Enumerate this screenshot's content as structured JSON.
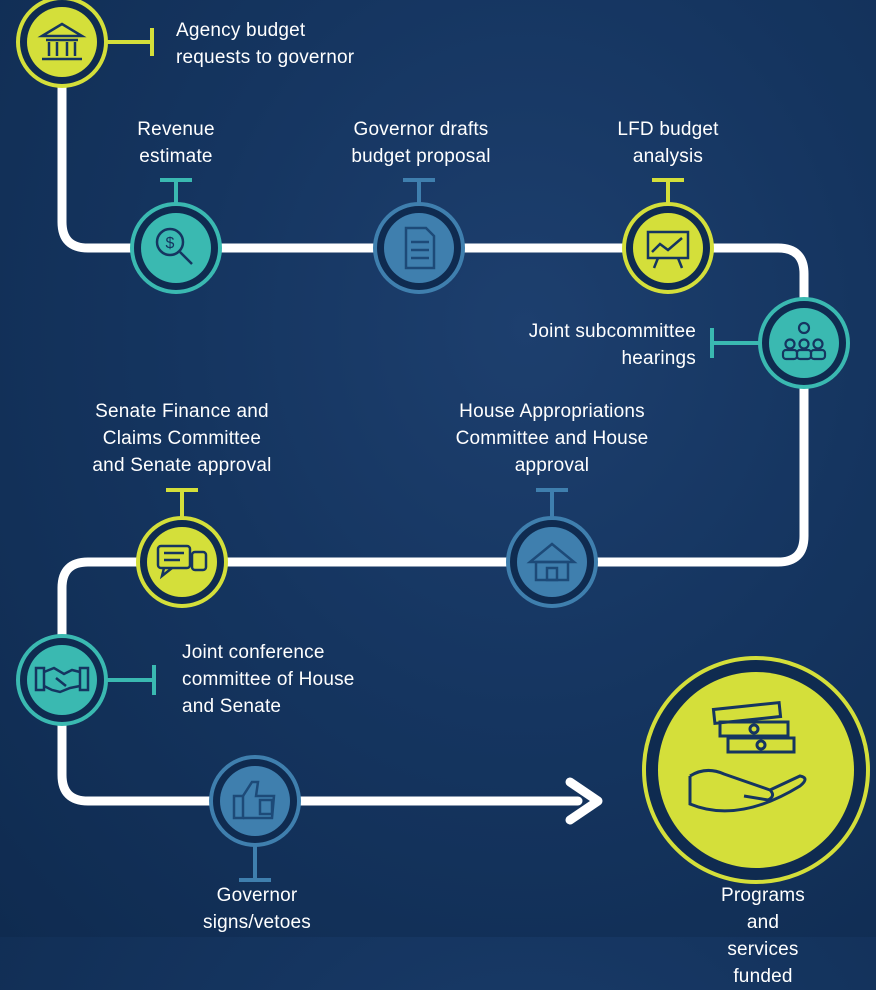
{
  "colors": {
    "background": "#153560",
    "path": "#ffffff",
    "yellow": "#d4df3a",
    "teal": "#3ab9b1",
    "blue": "#3f7fae"
  },
  "steps": [
    {
      "id": "agency",
      "label": "Agency budget\nrequests to governor",
      "icon": "capitol-building-icon",
      "color": "yellow"
    },
    {
      "id": "revenue",
      "label": "Revenue\nestimate",
      "icon": "magnifier-dollar-icon",
      "color": "teal"
    },
    {
      "id": "governor-drafts",
      "label": "Governor drafts\nbudget proposal",
      "icon": "document-icon",
      "color": "blue"
    },
    {
      "id": "lfd",
      "label": "LFD budget\nanalysis",
      "icon": "presentation-board-icon",
      "color": "yellow"
    },
    {
      "id": "joint-sub",
      "label": "Joint subcommittee\nhearings",
      "icon": "people-group-icon",
      "color": "teal"
    },
    {
      "id": "house",
      "label": "House Appropriations\nCommittee and House\napproval",
      "icon": "house-icon",
      "color": "blue"
    },
    {
      "id": "senate",
      "label": "Senate Finance and\nClaims Committee\nand Senate approval",
      "icon": "speech-bubbles-icon",
      "color": "yellow"
    },
    {
      "id": "conference",
      "label": "Joint conference\ncommittee of House\nand Senate",
      "icon": "handshake-icon",
      "color": "teal"
    },
    {
      "id": "governor-signs",
      "label": "Governor\nsigns/vetoes",
      "icon": "thumbs-up-icon",
      "color": "blue"
    },
    {
      "id": "funded",
      "label": "Programs and\nservices funded",
      "icon": "money-hand-icon",
      "color": "yellow"
    }
  ]
}
